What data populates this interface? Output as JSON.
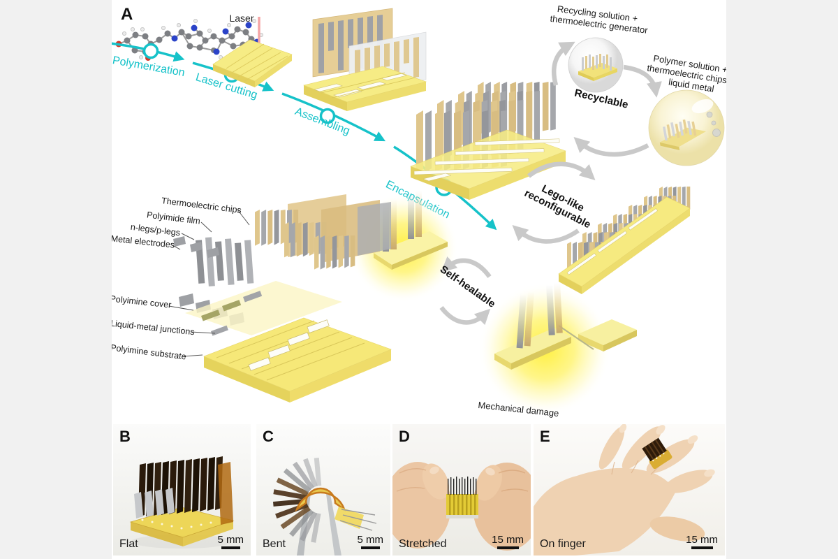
{
  "panel_a": {
    "label": "A"
  },
  "process": {
    "laser_label": "Laser",
    "steps": [
      {
        "label": "Polymerization"
      },
      {
        "label": "Laser cutting"
      },
      {
        "label": "Assembling"
      },
      {
        "label": "Encapsulation"
      }
    ]
  },
  "recycle": {
    "top_label_line1": "Recycling solution +",
    "top_label_line2": "thermoelectric generator",
    "cycle_label": "Recyclable",
    "right_label_line1": "Polymer solution +",
    "right_label_line2": "thermoelectric chips +",
    "right_label_line3": "liquid metal"
  },
  "reconfigure": {
    "line1": "Lego-like",
    "line2": "reconfigurable"
  },
  "heal": {
    "label": "Self-healable",
    "damage_label": "Mechanical damage"
  },
  "exploded": {
    "labels": [
      "Thermoelectric chips",
      "Polyimide film",
      "n-legs/p-legs",
      "Metal electrodes",
      "Polyimine cover",
      "Liquid-metal junctions",
      "Polyimine substrate"
    ]
  },
  "photos": [
    {
      "label": "B",
      "caption": "Flat",
      "scale": "5 mm"
    },
    {
      "label": "C",
      "caption": "Bent",
      "scale": "5 mm"
    },
    {
      "label": "D",
      "caption": "Stretched",
      "scale": "15 mm"
    },
    {
      "label": "E",
      "caption": "On finger",
      "scale": "15 mm"
    }
  ],
  "colors": {
    "accent_cyan": "#16c2c9",
    "substrate_yellow": "#f6ea80",
    "chip_tan": "#ddc38a",
    "chip_gray": "#a5a7ab",
    "arrow_gray": "#c9c9c9",
    "glow_yellow": "#fff045",
    "laser_pink": "#f5a6a6",
    "dark_fin_brown": "#2a1a0b",
    "skin": "#efd2b2",
    "page_margin_gray": "#f1f1f1"
  }
}
